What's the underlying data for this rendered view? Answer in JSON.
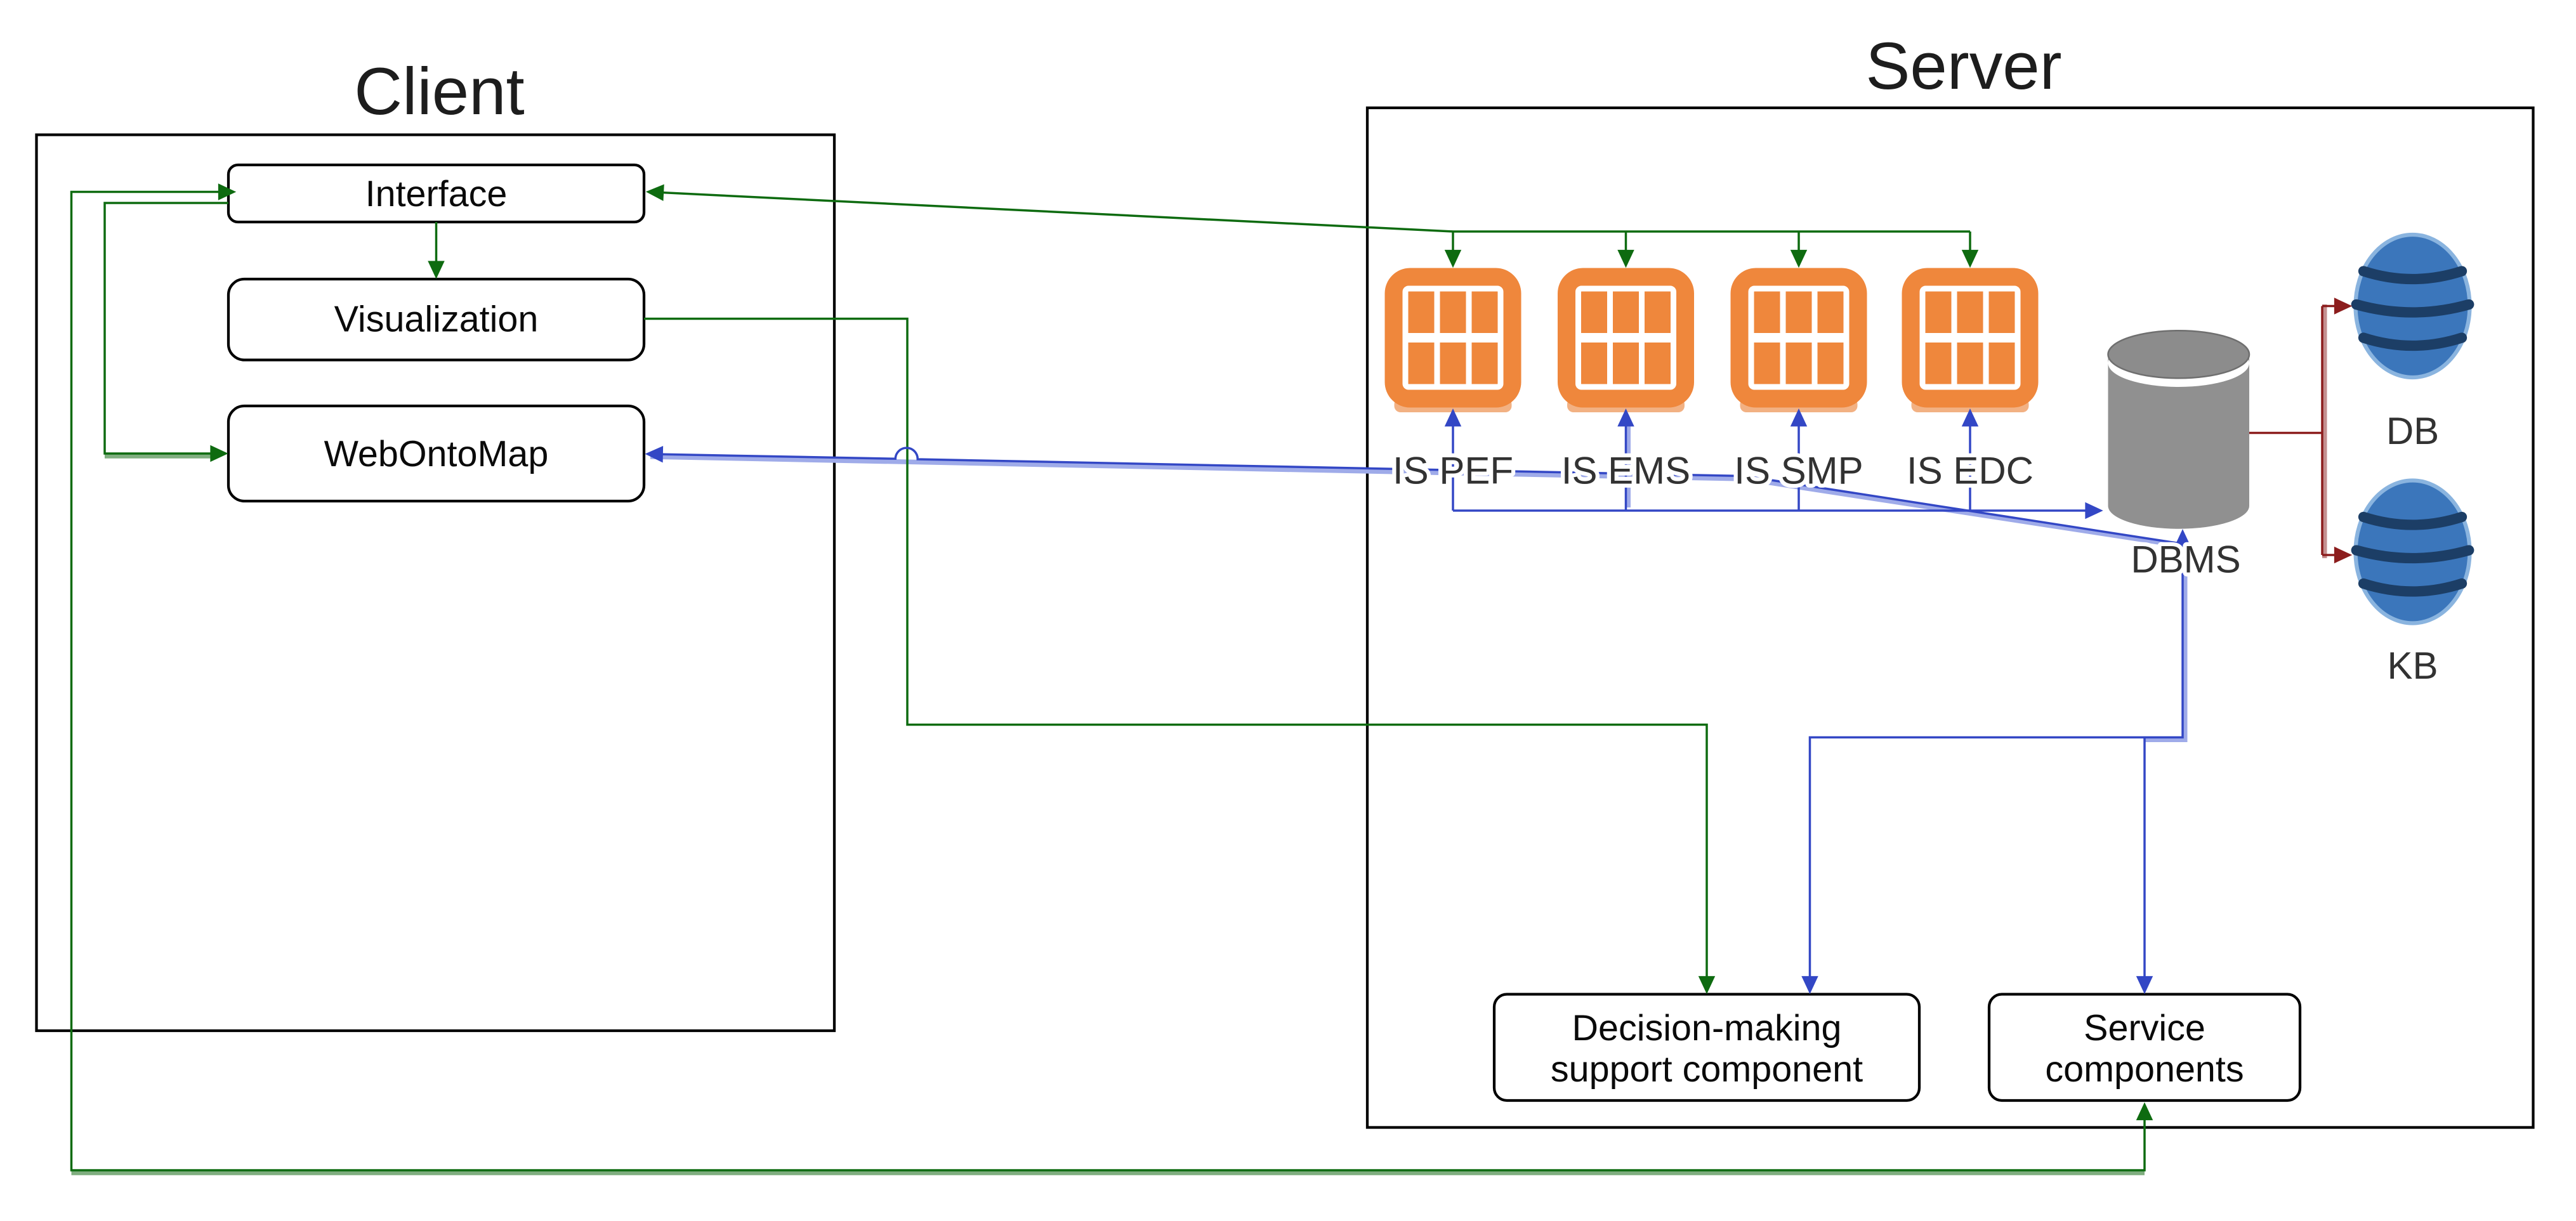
{
  "diagram": {
    "client": {
      "title": "Client",
      "nodes": {
        "interface": "Interface",
        "visualization": "Visualization",
        "webontomap": "WebOntoMap"
      }
    },
    "server": {
      "title": "Server",
      "is_systems": [
        "IS PEF",
        "IS EMS",
        "IS SMP",
        "IS EDC"
      ],
      "storage": {
        "dbms": "DBMS",
        "db": "DB",
        "kb": "KB"
      },
      "decision_component": {
        "line1": "Decision-making",
        "line2": "support component"
      },
      "service_component": {
        "line1": "Service",
        "line2": "components"
      }
    },
    "colors": {
      "green": "#0E6B10",
      "green_light": "#7FAE7F",
      "blue": "#3347C5",
      "blue_light": "#9FABE9",
      "maroon": "#8C1D1D",
      "maroon_light": "#C49090",
      "orange": "#EF873C",
      "orange_flange": "#F2B183",
      "gray_body": "#909090",
      "gray_cap": "#8C8C8C",
      "sphere_blue": "#3B76BB",
      "sphere_ring": "#1C3E66",
      "sphere_rim": "#8AB4DF",
      "box_border": "#000000"
    }
  }
}
